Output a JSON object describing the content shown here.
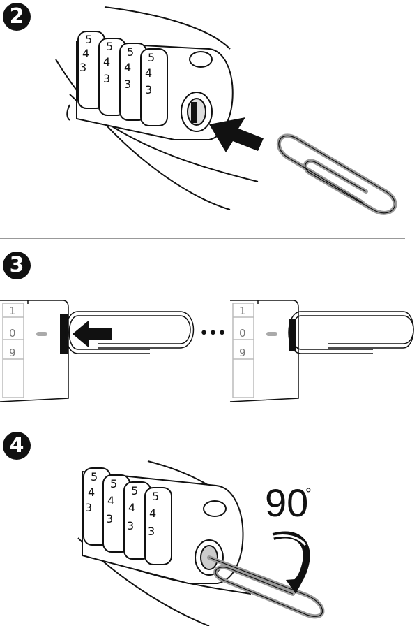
{
  "steps": [
    {
      "number": "2"
    },
    {
      "number": "3"
    },
    {
      "number": "4"
    }
  ],
  "dial_digits": [
    "3",
    "4",
    "5"
  ],
  "side_digits": [
    "1",
    "0",
    "9"
  ],
  "rotation": {
    "value": "90",
    "unit": "°"
  },
  "ellipsis": "•••",
  "colors": {
    "ink": "#111111",
    "paperclip": "#9a9a9a",
    "divider": "#999999"
  }
}
